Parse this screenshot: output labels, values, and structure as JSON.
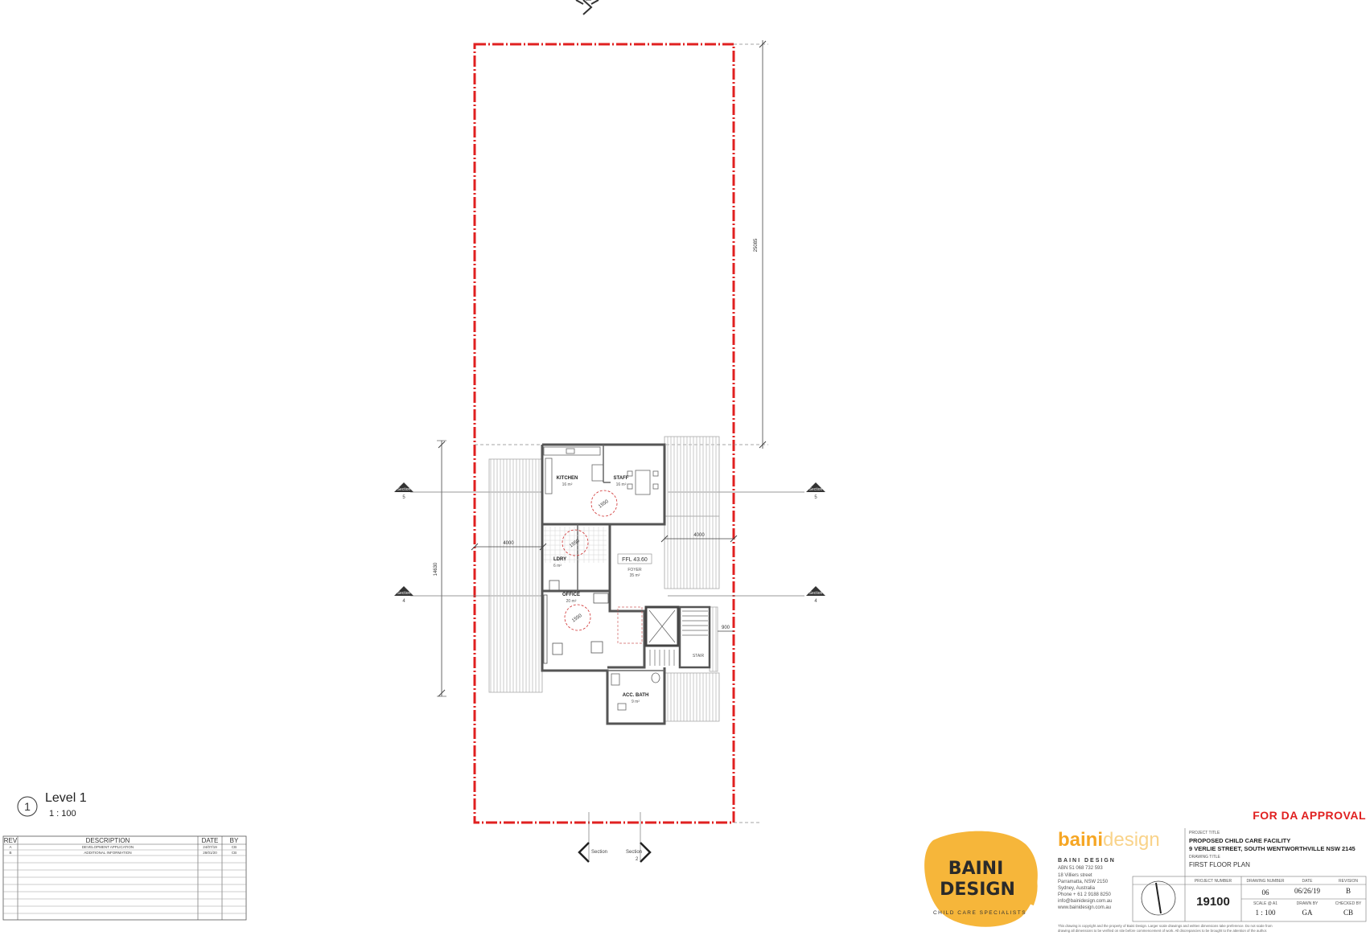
{
  "view": {
    "marker_number": "1",
    "title": "Level 1",
    "scale": "1 : 100"
  },
  "dimensions": {
    "site_length": "25085",
    "building_depth": "14630",
    "setback_left": "4000",
    "setback_right": "4000",
    "side_900": "900"
  },
  "rooms": {
    "kitchen": "KITCHEN",
    "kitchen_area": "16 m²",
    "staff": "STAFF",
    "staff_area": "16 m²",
    "laundry": "LDRY",
    "laundry_area": "6 m²",
    "foyer_level": "FFL 43.60",
    "foyer": "FOYER",
    "foyer_area": "35 m²",
    "office": "OFFICE",
    "office_area": "20 m²",
    "stair": "STAIR",
    "acc_bath": "ACC. BATH",
    "acc_bath_area": "9 m²",
    "circle_1": "1550",
    "circle_2": "1550",
    "circle_3": "1550"
  },
  "section_markers": {
    "top_left": {
      "label": "Section",
      "num": "5"
    },
    "top_right": {
      "label": "Section",
      "num": "5"
    },
    "mid_left": {
      "label": "Section",
      "num": "4"
    },
    "mid_right": {
      "label": "Section",
      "num": "4"
    },
    "bottom_left": {
      "label": "Section",
      "num": ""
    },
    "bottom_right": {
      "label": "Section",
      "num": "2"
    }
  },
  "revisions": {
    "headers": [
      "REV",
      "DESCRIPTION",
      "DATE",
      "BY"
    ],
    "rows": [
      [
        "A",
        "DEVELOPMENT APPLICATION",
        "24/07/19",
        "CB"
      ],
      [
        "B",
        "ADDITIONAL INFORMATION",
        "28/01/20",
        "CB"
      ]
    ]
  },
  "approval_text": "FOR DA APPROVAL",
  "logo": {
    "line1": "BAINI",
    "line2": "DESIGN",
    "tagline": "CHILD CARE SPECIALISTS",
    "wordmark_bold": "baini",
    "wordmark_light": "design"
  },
  "company": {
    "name": "BAINI DESIGN",
    "abn": "ABN 51 068 732 593",
    "address1": "18 Villiers street",
    "address2": "Parramatta, NSW 2150",
    "address3": "Sydney, Australia",
    "phone": "Phone + 61 2 9188 8250",
    "email": "info@bainidesign.com.au",
    "web": "www.bainidesign.com.au"
  },
  "title_block": {
    "project_title_label": "PROJECT TITLE",
    "project_title": "PROPOSED CHILD CARE FACILITY",
    "project_address": "9 VERLIE STREET, SOUTH WENTWORTHVILLE NSW 2145",
    "drawing_title_label": "DRAWING TITLE",
    "drawing_title": "FIRST FLOOR PLAN",
    "project_number_label": "PROJECT NUMBER",
    "project_number": "19100",
    "drawing_number_label": "DRAWING NUMBER",
    "drawing_number": "06",
    "date_label": "DATE",
    "date": "06/26/19",
    "revision_label": "REVISION",
    "revision": "B",
    "scale_label": "SCALE @ A1",
    "scale": "1 : 100",
    "drawn_by_label": "DRAWN BY",
    "drawn_by": "GA",
    "checked_by_label": "CHECKED BY",
    "checked_by": "CB",
    "disclaimer1": "This drawing is copyright and the property of Baini Design. Larger scale drawings and written dimensions take preference. Do not scale from",
    "disclaimer2": "drawing all dimensions to be verified on site before commencement of work. All discrepancies to be brought to the attention of the author."
  },
  "colors": {
    "boundary": "#e02020",
    "approval": "#e02020",
    "logo_yellow": "#f6b63a",
    "wordmark": "#f6a623",
    "walls": "#555555",
    "deck": "#bdbdbd"
  }
}
